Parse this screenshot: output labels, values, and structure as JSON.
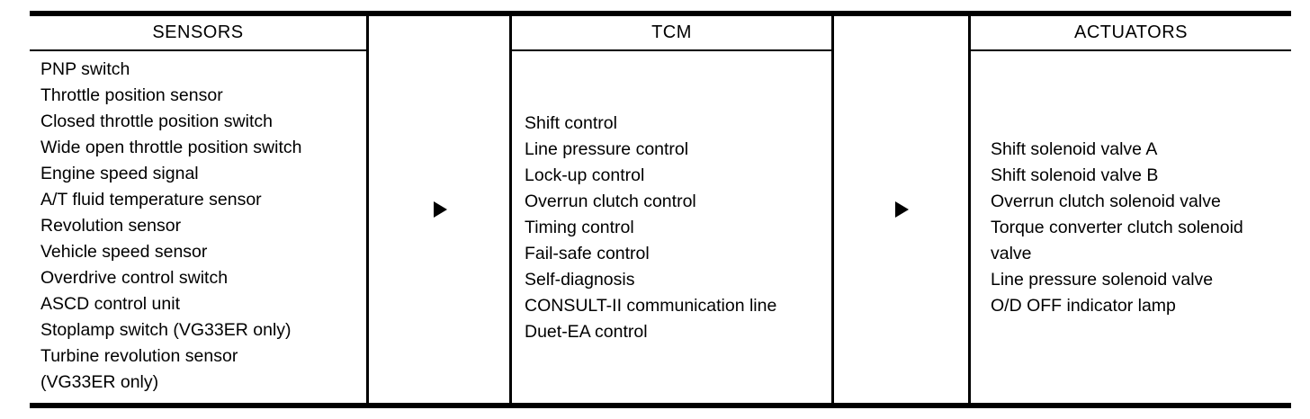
{
  "diagram": {
    "columns": [
      {
        "id": "sensors",
        "title": "SENSORS",
        "items": [
          "PNP switch",
          "Throttle position sensor",
          "Closed throttle position switch",
          "Wide open throttle position switch",
          "Engine speed signal",
          "A/T fluid temperature sensor",
          "Revolution sensor",
          "Vehicle speed sensor",
          "Overdrive control switch",
          "ASCD control unit",
          "Stoplamp switch (VG33ER only)",
          "Turbine revolution sensor",
          "(VG33ER only)"
        ]
      },
      {
        "id": "tcm",
        "title": "TCM",
        "items": [
          "Shift control",
          "Line pressure control",
          "Lock-up control",
          "Overrun clutch control",
          "Timing control",
          "Fail-safe control",
          "Self-diagnosis",
          "CONSULT-II communication line",
          "Duet-EA control"
        ]
      },
      {
        "id": "actuators",
        "title": "ACTUATORS",
        "items": [
          "Shift solenoid valve A",
          "Shift solenoid valve B",
          "Overrun clutch solenoid valve",
          "Torque converter clutch solenoid valve",
          "Line pressure solenoid valve",
          "O/D OFF indicator lamp"
        ]
      }
    ],
    "arrows": [
      {
        "id": "sensors-to-tcm",
        "glyph": "right-triangle"
      },
      {
        "id": "tcm-to-actuators",
        "glyph": "right-triangle"
      }
    ],
    "colors": {
      "ink": "#000000",
      "background": "#ffffff"
    }
  }
}
